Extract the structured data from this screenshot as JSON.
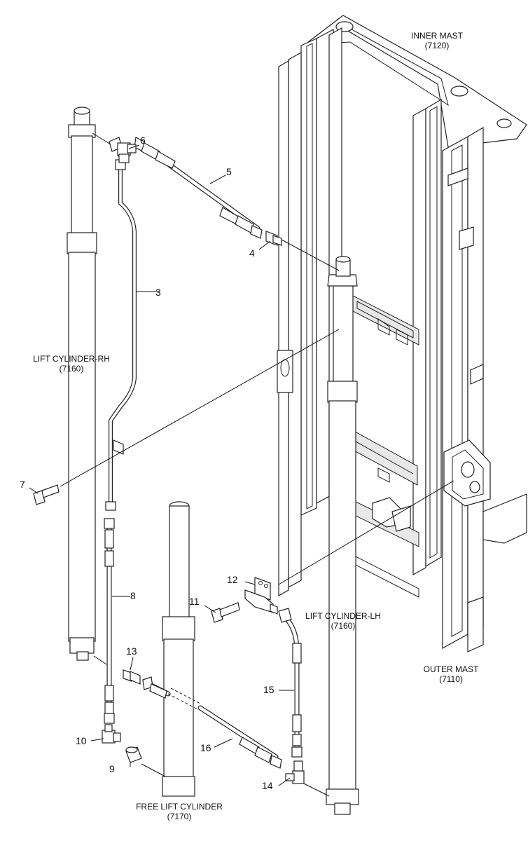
{
  "labels": {
    "inner_mast": {
      "name": "INNER MAST",
      "code": "(7120)"
    },
    "outer_mast": {
      "name": "OUTER MAST",
      "code": "(7110)"
    },
    "lift_cylinder_rh": {
      "name": "LIFT CYLINDER-RH",
      "code": "(7160)"
    },
    "lift_cylinder_lh": {
      "name": "LIFT CYLINDER-LH",
      "code": "(7160)"
    },
    "free_lift_cylinder": {
      "name": "FREE LIFT CYLINDER",
      "code": "(7170)"
    }
  },
  "callouts": [
    "3",
    "4",
    "5",
    "6",
    "7",
    "8",
    "9",
    "10",
    "11",
    "12",
    "13",
    "14",
    "15",
    "16"
  ]
}
